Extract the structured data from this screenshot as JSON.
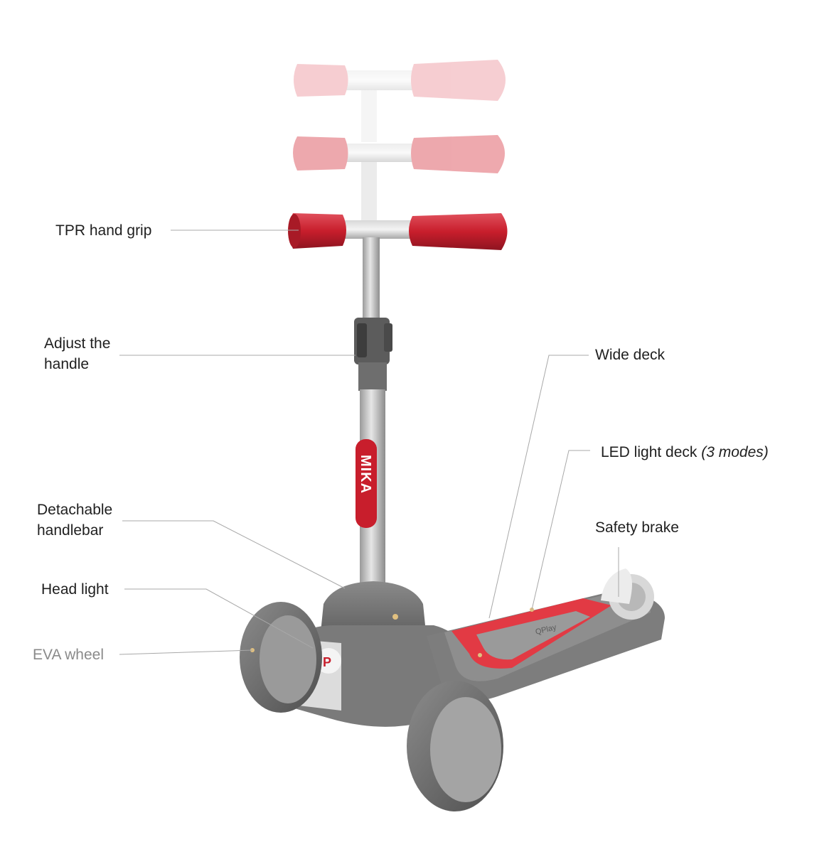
{
  "labels": {
    "tpr_hand_grip": "TPR hand grip",
    "adjust_line1": "Adjust the",
    "adjust_line2": "handle",
    "detach_line1": "Detachable",
    "detach_line2": "handlebar",
    "head_light": "Head light",
    "eva_wheel": "EVA wheel",
    "wide_deck": "Wide deck",
    "led_light_deck": "LED light deck",
    "led_modes": "(3 modes)",
    "safety_brake": "Safety brake"
  },
  "product": {
    "stem_brand": "MIKA",
    "deck_brand": "QPlay",
    "badge_letter": "P"
  },
  "colors": {
    "grip_red": "#c81e2c",
    "body_gray": "#7a7a7a",
    "light_gray": "#c9c9c9",
    "deck_red": "#e23a44",
    "leader_gray": "#a8a8a8"
  }
}
